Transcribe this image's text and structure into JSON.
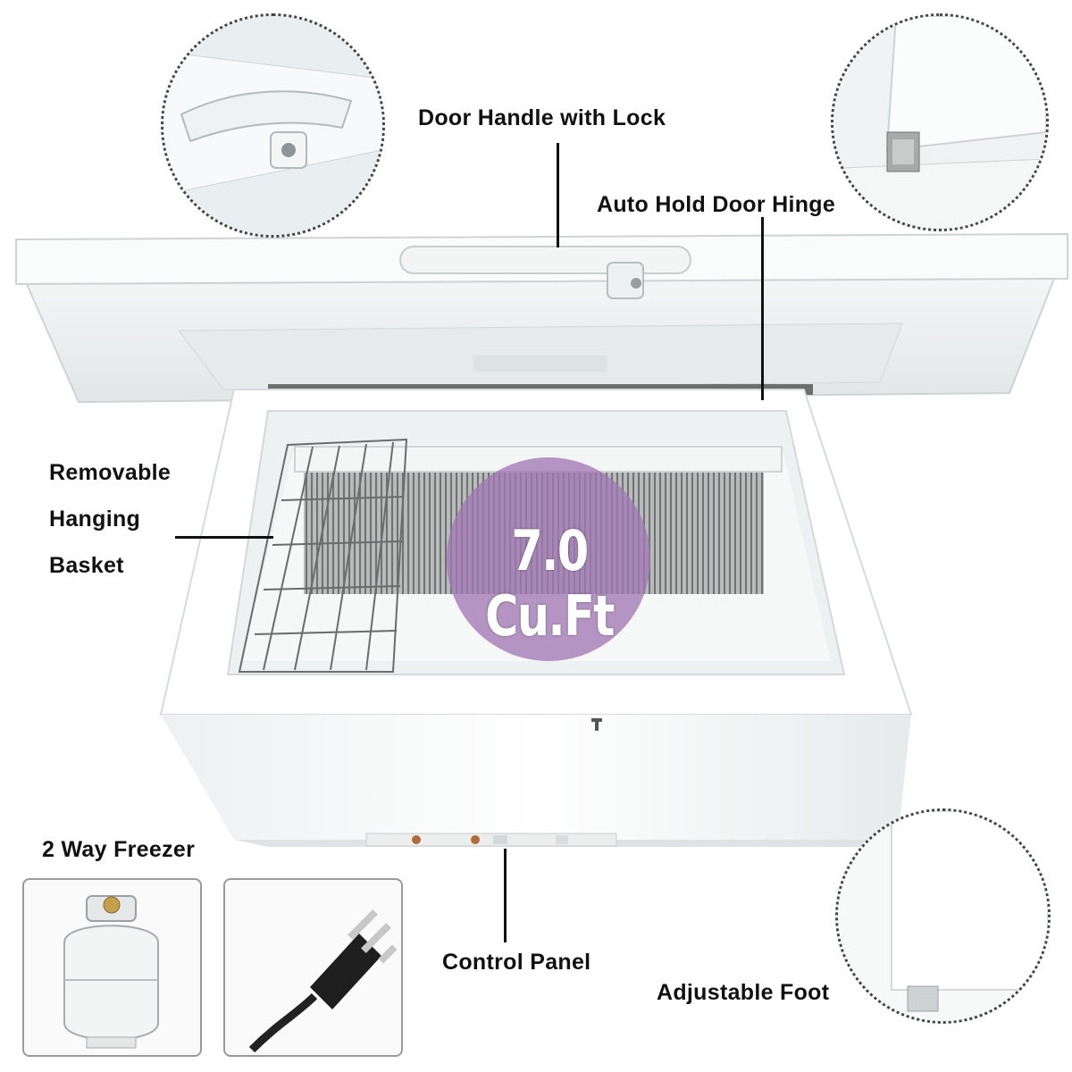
{
  "labels": {
    "door_handle": "Door Handle with Lock",
    "door_hinge": "Auto Hold Door Hinge",
    "basket_line1": "Removable",
    "basket_line2": "Hanging",
    "basket_line3": "Basket",
    "capacity": "7.0 Cu.Ft",
    "two_way": "2 Way Freezer",
    "control_panel": "Control Panel",
    "adjustable_foot": "Adjustable Foot"
  },
  "colors": {
    "capacity_badge": "#a078b4",
    "text": "#111111",
    "appliance_white": "#f7f8f8"
  },
  "icons": [
    "propane-tank-icon",
    "power-plug-icon"
  ]
}
